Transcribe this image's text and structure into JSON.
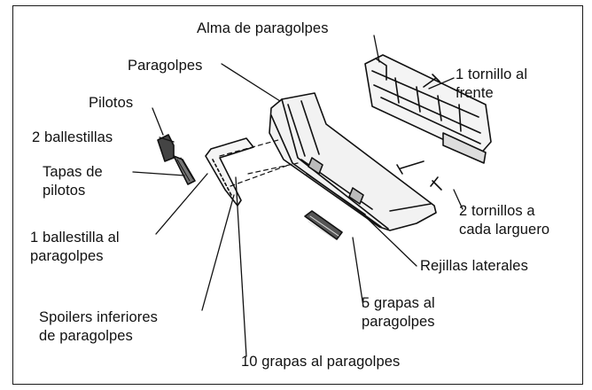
{
  "labels": {
    "alma": "Alma de paragolpes",
    "paragolpes": "Paragolpes",
    "pilotos": "Pilotos",
    "ballestillas": "2 ballestillas",
    "tapas": "Tapas de\npilotos",
    "ballestilla_al": "1 ballestilla al\nparagolpes",
    "spoilers": "Spoilers inferiores\nde paragolpes",
    "grapas10": "10 grapas al paragolpes",
    "grapas5": "5 grapas al\nparagolpes",
    "rejillas": "Rejillas laterales",
    "tornillos2": "2 tornillos a\ncada larguero",
    "tornillo1": "1 tornillo al\nfrente"
  }
}
